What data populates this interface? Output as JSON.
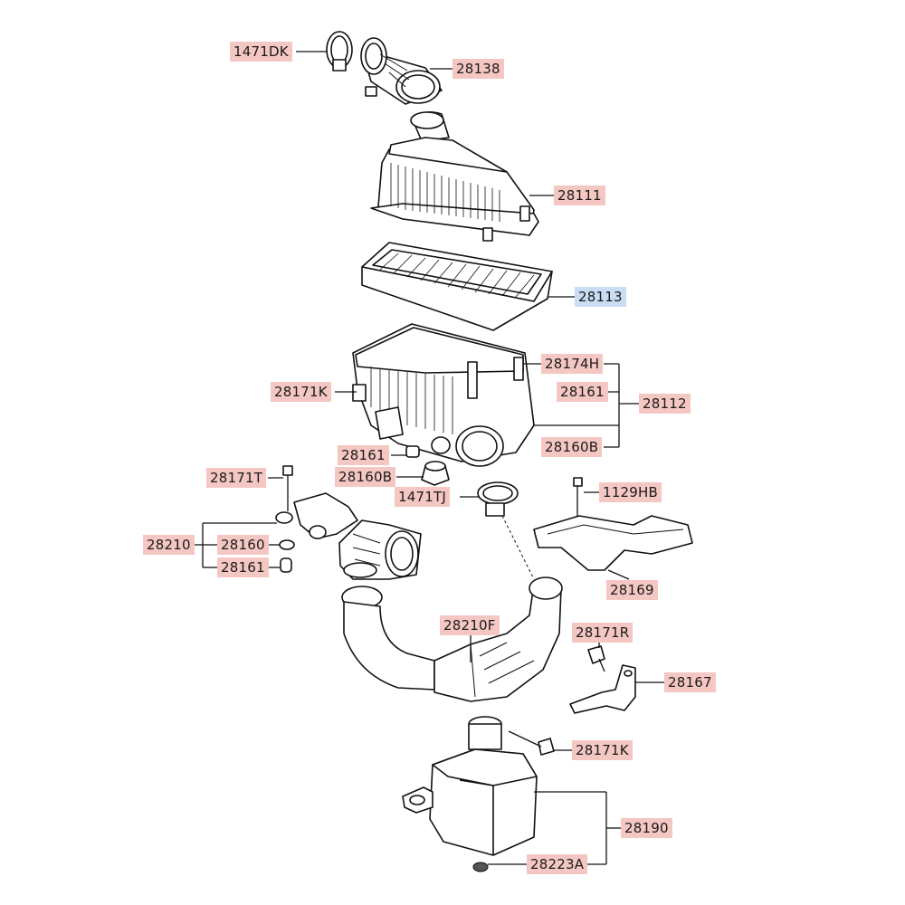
{
  "labels": {
    "l1471DK": "1471DK",
    "l28138": "28138",
    "l28111": "28111",
    "l28113": "28113",
    "l28174H": "28174H",
    "l28161_a": "28161",
    "l28112": "28112",
    "l28171K_a": "28171K",
    "l28160B_a": "28160B",
    "l28161_b": "28161",
    "l28160B_b": "28160B",
    "l28171T": "28171T",
    "l1471TJ": "1471TJ",
    "l1129HB": "1129HB",
    "l28210": "28210",
    "l28160": "28160",
    "l28161_c": "28161",
    "l28169": "28169",
    "l28210F": "28210F",
    "l28171R": "28171R",
    "l28167": "28167",
    "l28171K_b": "28171K",
    "l28190": "28190",
    "l28223A": "28223A"
  },
  "colors": {
    "highlight": "#f4c7c3",
    "selected_highlight": "#c9ddf5",
    "line": "#111111"
  }
}
